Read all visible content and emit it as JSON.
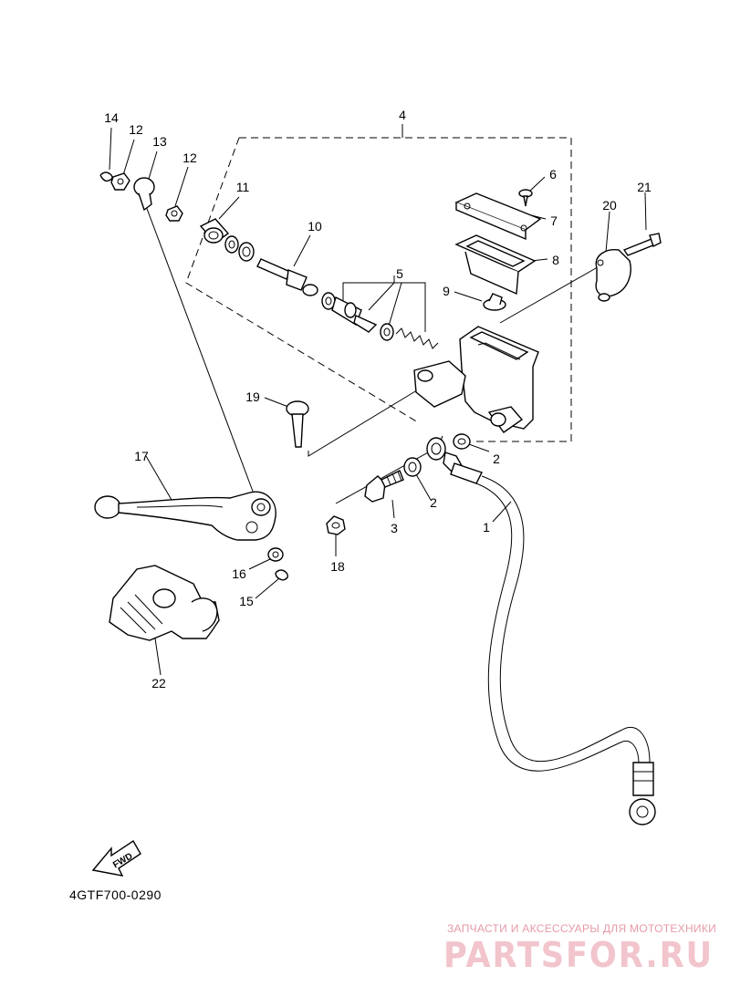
{
  "callouts": {
    "c1": "1",
    "c2a": "2",
    "c2b": "2",
    "c3": "3",
    "c4": "4",
    "c5": "5",
    "c6": "6",
    "c7": "7",
    "c8": "8",
    "c9": "9",
    "c10": "10",
    "c11": "11",
    "c12a": "12",
    "c12b": "12",
    "c13": "13",
    "c14": "14",
    "c15": "15",
    "c16": "16",
    "c17": "17",
    "c18": "18",
    "c19": "19",
    "c20": "20",
    "c21": "21",
    "c22": "22"
  },
  "fwd_label": "FWD",
  "diagram_code": "4GTF700-0290",
  "watermark": {
    "tagline": "ЗАПЧАСТИ И АКСЕССУАРЫ ДЛЯ МОТОТЕХНИКИ",
    "site": "PARTSFOR.RU"
  }
}
